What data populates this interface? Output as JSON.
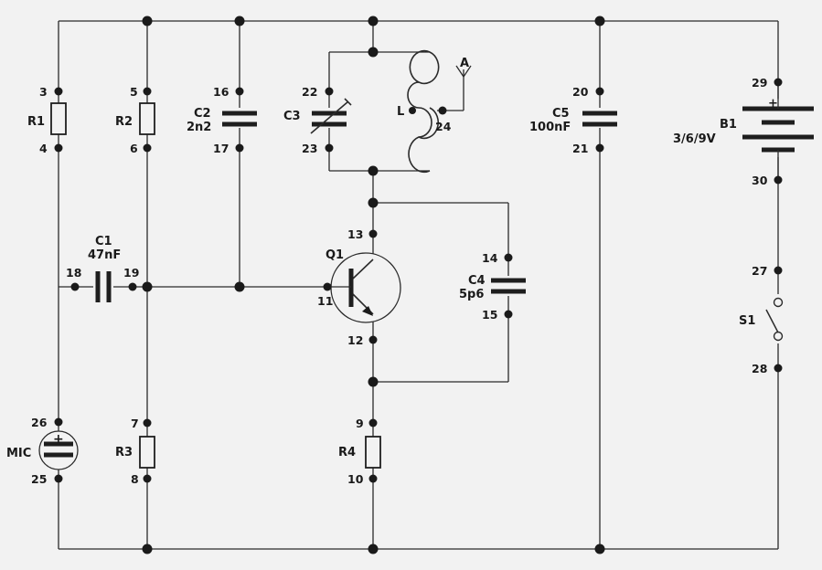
{
  "components": {
    "R1": {
      "name": "R1",
      "pins": [
        "3",
        "4"
      ]
    },
    "R2": {
      "name": "R2",
      "pins": [
        "5",
        "6"
      ]
    },
    "C2": {
      "name": "C2",
      "value": "2n2",
      "pins": [
        "16",
        "17"
      ]
    },
    "C3": {
      "name": "C3",
      "pins": [
        "22",
        "23"
      ]
    },
    "L": {
      "name": "L",
      "pins": [
        "24"
      ]
    },
    "antenna": {
      "name": "A"
    },
    "C5": {
      "name": "C5",
      "value": "100nF",
      "pins": [
        "20",
        "21"
      ]
    },
    "B1": {
      "name": "B1",
      "value": "3/6/9V",
      "pins": [
        "29",
        "30"
      ],
      "polarity": "+"
    },
    "C1": {
      "name": "C1",
      "value": "47nF",
      "pins": [
        "18",
        "19"
      ]
    },
    "Q1": {
      "name": "Q1",
      "pins": [
        "13",
        "11",
        "12"
      ]
    },
    "C4": {
      "name": "C4",
      "value": "5p6",
      "pins": [
        "14",
        "15"
      ]
    },
    "S1": {
      "name": "S1",
      "pins": [
        "27",
        "28"
      ]
    },
    "MIC": {
      "name": "MIC",
      "pins": [
        "26",
        "25"
      ],
      "polarity": "+"
    },
    "R3": {
      "name": "R3",
      "pins": [
        "7",
        "8"
      ]
    },
    "R4": {
      "name": "R4",
      "pins": [
        "9",
        "10"
      ]
    }
  }
}
